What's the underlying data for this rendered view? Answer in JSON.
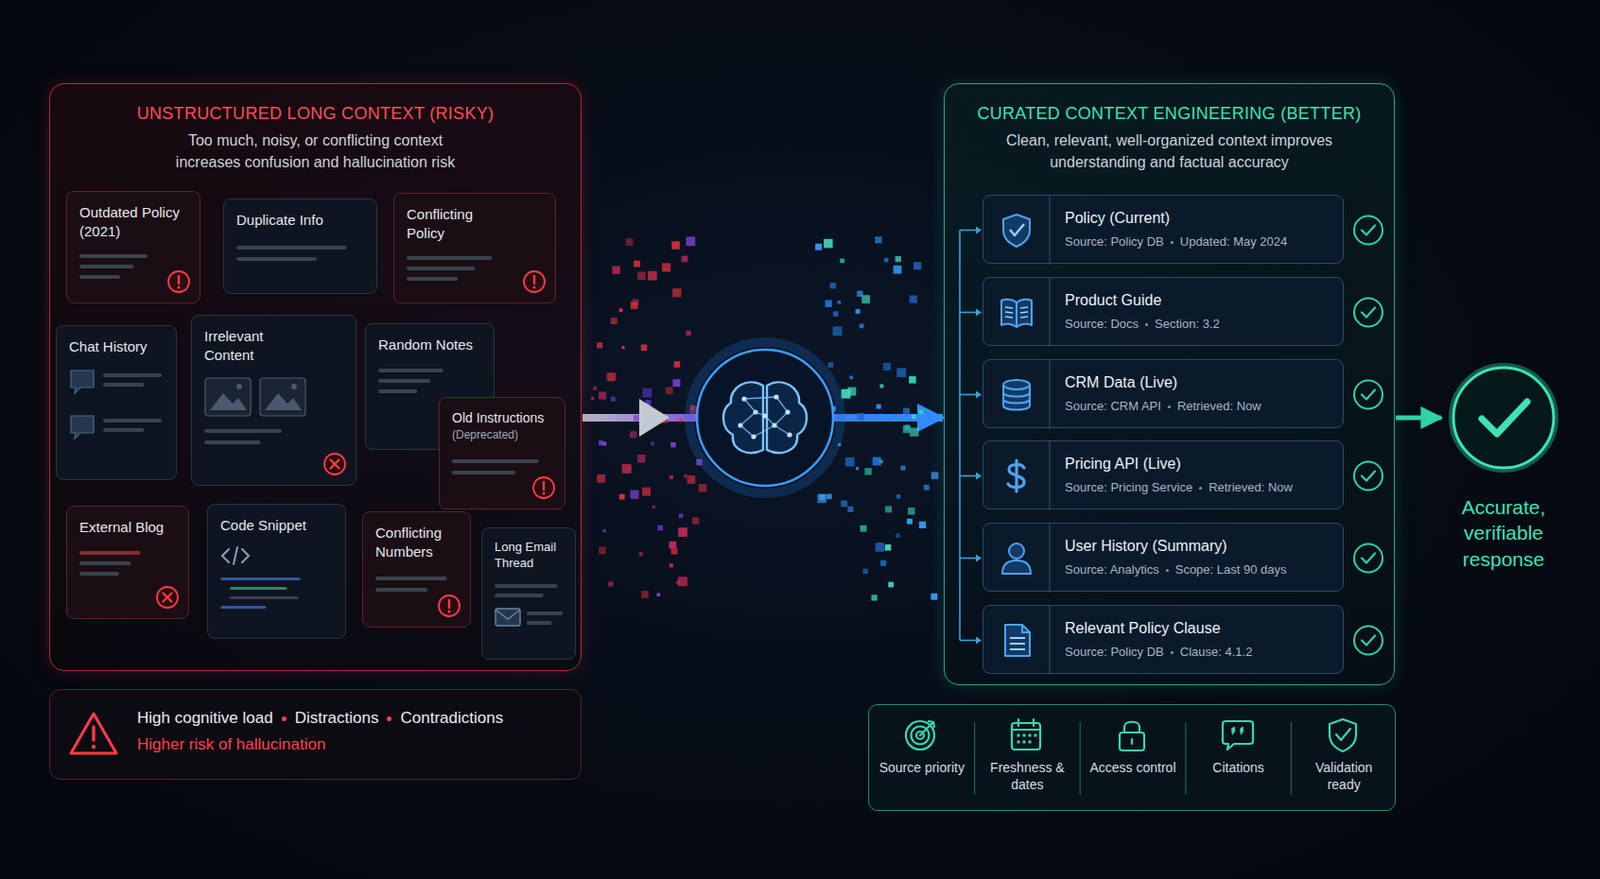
{
  "diagram": {
    "nodes": [
      {
        "text": [
          "UNSTRUCTURED LONG CONTEXT (RISKY)",
          "Too much, noisy, or conflicting context increases confusion and hallucination risk"
        ]
      },
      {
        "text": [
          "Outdated Policy (2021)"
        ],
        "in": 0
      },
      {
        "text": [
          "Duplicate Info"
        ],
        "in": 0
      },
      {
        "text": [
          "Conflicting Policy"
        ],
        "in": 0
      },
      {
        "text": [
          "Chat History"
        ],
        "in": 0
      },
      {
        "text": [
          "Irrelevant Content"
        ],
        "in": 0
      },
      {
        "text": [
          "Random Notes"
        ],
        "in": 0
      },
      {
        "text": [
          "Old Instructions",
          "(Deprecated)"
        ],
        "in": 0
      },
      {
        "text": [
          "External Blog"
        ],
        "in": 0
      },
      {
        "text": [
          "Code Snippet"
        ],
        "in": 0
      },
      {
        "text": [
          "Conflicting Numbers"
        ],
        "in": 0
      },
      {
        "text": [
          "Long Email Thread"
        ],
        "in": 0
      },
      {
        "text": [
          "High cognitive load",
          "Distractions",
          "Contradictions",
          "Higher risk of hallucination"
        ]
      },
      {
        "text": [
          "CURATED CONTEXT ENGINEERING (BETTER)",
          "Clean, relevant, well-organized context improves understanding and factual accuracy"
        ]
      },
      {
        "text": [
          "Policy (Current)",
          "Source: Policy DB",
          "Updated: May 2024"
        ],
        "in": 13
      },
      {
        "text": [
          "Product Guide",
          "Source: Docs",
          "Section: 3.2"
        ],
        "in": 13
      },
      {
        "text": [
          "CRM Data (Live)",
          "Source: CRM API",
          "Retrieved: Now"
        ],
        "in": 13
      },
      {
        "text": [
          "Pricing API (Live)",
          "Source: Pricing Service",
          "Retrieved: Now"
        ],
        "in": 13
      },
      {
        "text": [
          "User History (Summary)",
          "Source: Analytics",
          "Scope: Last 90 days"
        ],
        "in": 13
      },
      {
        "text": [
          "Relevant Policy Clause",
          "Source: Policy DB",
          "Clause: 4.1.2"
        ],
        "in": 13
      },
      {
        "text": [
          "Source priority",
          "Freshness & dates",
          "Access control",
          "Citations",
          "Validation ready"
        ]
      },
      {
        "text": [
          "Accurate, verifiable response"
        ]
      }
    ],
    "edges": [
      {
        "from": 0,
        "to": 13,
        "arrow": "to"
      },
      {
        "from": 13,
        "to": 21,
        "arrow": "to"
      }
    ]
  }
}
